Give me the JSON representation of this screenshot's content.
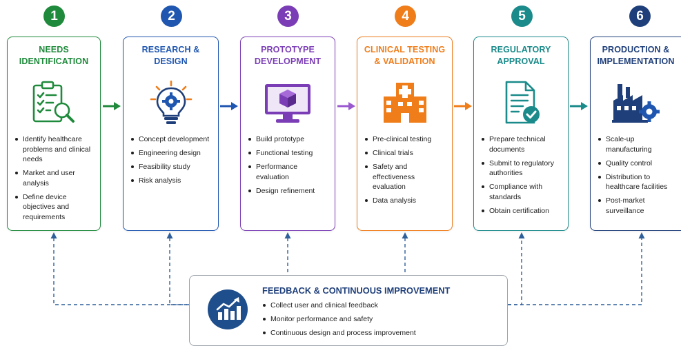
{
  "steps": [
    {
      "number": "1",
      "title_line1": "NEEDS",
      "title_line2": "IDENTIFICATION",
      "color": "#1f8a3b",
      "icon": "clipboard-magnifier-icon",
      "items": [
        "Identify healthcare problems and clinical needs",
        "Market and user analysis",
        "Define device objectives and requirements"
      ]
    },
    {
      "number": "2",
      "title_line1": "RESEARCH &",
      "title_line2": "DESIGN",
      "color": "#1f56b0",
      "icon": "lightbulb-gear-icon",
      "items": [
        "Concept development",
        "Engineering design",
        "Feasibility study",
        "Risk analysis"
      ]
    },
    {
      "number": "3",
      "title_line1": "PROTOTYPE",
      "title_line2": "DEVELOPMENT",
      "color": "#7a3db5",
      "icon": "monitor-cube-icon",
      "items": [
        "Build prototype",
        "Functional testing",
        "Performance evaluation",
        "Design refinement"
      ]
    },
    {
      "number": "4",
      "title_line1": "CLINICAL TESTING",
      "title_line2": "& VALIDATION",
      "color": "#ef7d1a",
      "icon": "hospital-icon",
      "items": [
        "Pre-clinical testing",
        "Clinical trials",
        "Safety and effectiveness evaluation",
        "Data analysis"
      ]
    },
    {
      "number": "5",
      "title_line1": "REGULATORY",
      "title_line2": "APPROVAL",
      "color": "#1a8a8a",
      "icon": "document-check-icon",
      "items": [
        "Prepare technical documents",
        "Submit to regulatory authorities",
        "Compliance with standards",
        "Obtain certification"
      ]
    },
    {
      "number": "6",
      "title_line1": "PRODUCTION &",
      "title_line2": "IMPLEMENTATION",
      "color": "#1f3f7a",
      "icon": "factory-gear-icon",
      "items": [
        "Scale-up manufacturing",
        "Quality control",
        "Distribution to healthcare facilities",
        "Post-market surveillance"
      ]
    }
  ],
  "feedback": {
    "title": "FEEDBACK & CONTINUOUS IMPROVEMENT",
    "icon": "growth-chart-icon",
    "color": "#1f4e8c",
    "items": [
      "Collect user and clinical feedback",
      "Monitor performance and safety",
      "Continuous design and process improvement"
    ]
  },
  "connector_color": "#2f5f9a"
}
